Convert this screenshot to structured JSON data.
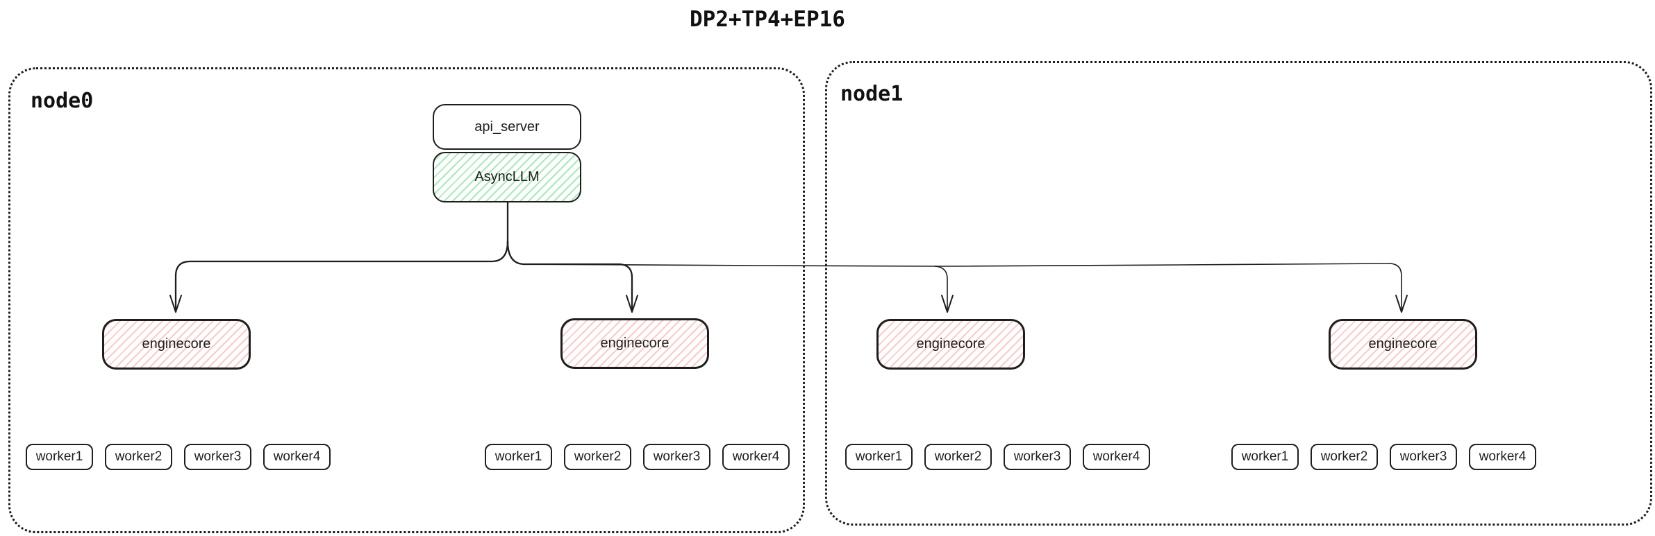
{
  "title": "DP2+TP4+EP16",
  "colors": {
    "stroke": "#1e1e1e",
    "green_hachure": "#a9eab6",
    "red_hachure": "#ffc9c9",
    "background": "#ffffff"
  },
  "nodes": [
    {
      "label": "node0",
      "api_server_label": "api_server",
      "asyncllm_label": "AsyncLLM",
      "enginecores": [
        {
          "label": "enginecore",
          "workers": [
            "worker1",
            "worker2",
            "worker3",
            "worker4"
          ]
        },
        {
          "label": "enginecore",
          "workers": [
            "worker1",
            "worker2",
            "worker3",
            "worker4"
          ]
        }
      ]
    },
    {
      "label": "node1",
      "enginecores": [
        {
          "label": "enginecore",
          "workers": [
            "worker1",
            "worker2",
            "worker3",
            "worker4"
          ]
        },
        {
          "label": "enginecore",
          "workers": [
            "worker1",
            "worker2",
            "worker3",
            "worker4"
          ]
        }
      ]
    }
  ]
}
